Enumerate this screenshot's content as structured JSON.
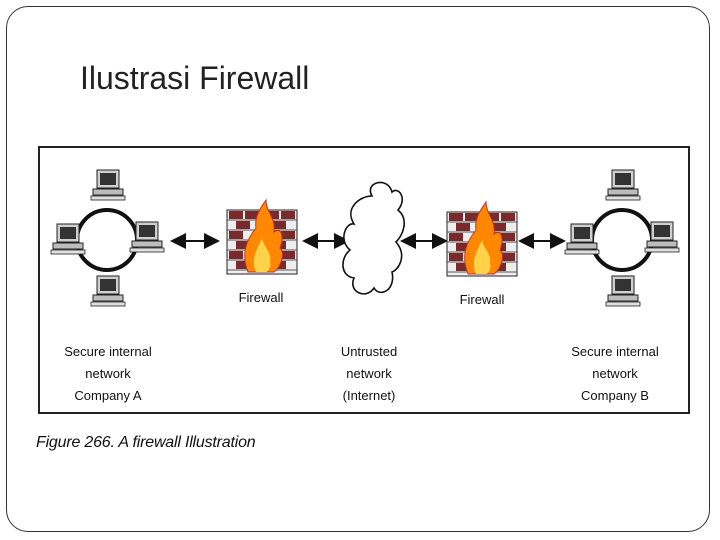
{
  "slide": {
    "title": "Ilustrasi Firewall"
  },
  "diagram": {
    "firewall_left_label": "Firewall",
    "firewall_right_label": "Firewall",
    "network_a": [
      "Secure internal",
      "network",
      "Company A"
    ],
    "internet": [
      "Untrusted",
      "network",
      "(Internet)"
    ],
    "network_b": [
      "Secure internal",
      "network",
      "Company B"
    ],
    "colors": {
      "brick": "#7a2a2a",
      "flame": "#ff8800",
      "flame_core": "#ffd24a"
    },
    "icons": [
      "workstation-icon",
      "brick-wall-icon",
      "flame-icon",
      "cloud-icon",
      "double-arrow-icon"
    ]
  },
  "caption": "Figure 266.  A firewall Illustration"
}
